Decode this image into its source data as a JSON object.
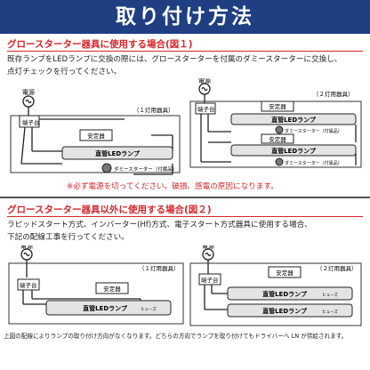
{
  "header": {
    "title": "取り付け方法"
  },
  "section1": {
    "title": "グロースターター器具に使用する場合(図１)",
    "body_line1": "既存ランプをLEDランプに交換の際には、グロースターターを付属のダミースターターに交換し、",
    "body_line2": "点灯チェックを行ってください。",
    "note": "※必ず電源を切ってください。破損、感電の原因になります。",
    "diagram_single": {
      "power_label": "電源",
      "terminal_label": "端子台",
      "fixture_label": "（１灯用器具）",
      "ballast_label": "安定器",
      "lamp_label": "直管LEDランプ",
      "starter_label": "ダミースターター（付属品）"
    },
    "diagram_double": {
      "power_label": "電源",
      "terminal_label": "端子台",
      "fixture_label": "（２灯用器具）",
      "ballast1_label": "安定器",
      "ballast2_label": "安定器",
      "lamp1_label": "直管LEDランプ",
      "lamp2_label": "直管LEDランプ",
      "starter1_label": "ダミースターター（付属品）",
      "starter2_label": "ダミースターター（付属品）"
    }
  },
  "section2": {
    "title": "グロースターター器具以外に使用する場合(図２)",
    "body_line1": "ラピッドスタート方式、インバーター(Hf)方式、電子スタート方式器具に使用する場合、",
    "body_line2": "下記の配線工事を行ってください。",
    "diagram_single": {
      "power_label": "電源",
      "terminal_label": "端子台",
      "fixture_label": "（１灯用器具）",
      "ballast_label": "安定器",
      "lamp_label": "直管LEDランプ",
      "fuse_label": "ヒューズ"
    },
    "diagram_double": {
      "power_label": "電源",
      "terminal_label": "端子台",
      "fixture_label": "（２灯用器具）",
      "ballast_label": "安定器",
      "lamp1_label": "直管LEDランプ",
      "lamp2_label": "直管LEDランプ",
      "fuse1_label": "ヒューズ",
      "fuse2_label": "ヒューズ"
    }
  },
  "footer": {
    "text": "上図の配線によりランプの取り付け方向がなくなります。どちらの方向でランプを取り付けてもドライバーへ LN が供給されます。"
  },
  "colors": {
    "header_bg": "#1f3f82",
    "accent_red": "#d6262b",
    "lamp_fill": "#e4e4e4",
    "wire": "#222222"
  }
}
